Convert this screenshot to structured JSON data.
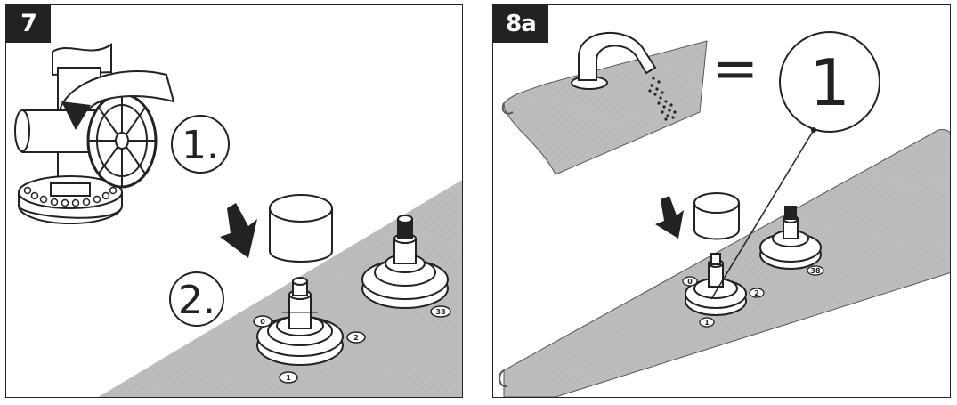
{
  "panel_left": {
    "badge": "7",
    "steps": [
      "1.",
      "2."
    ],
    "knob_labels": [
      "0",
      "1",
      "2",
      "38"
    ]
  },
  "panel_right": {
    "badge": "8a",
    "equals_sign": "=",
    "callout_number": "1",
    "knob_labels": [
      "0",
      "1",
      "2",
      "38"
    ]
  }
}
